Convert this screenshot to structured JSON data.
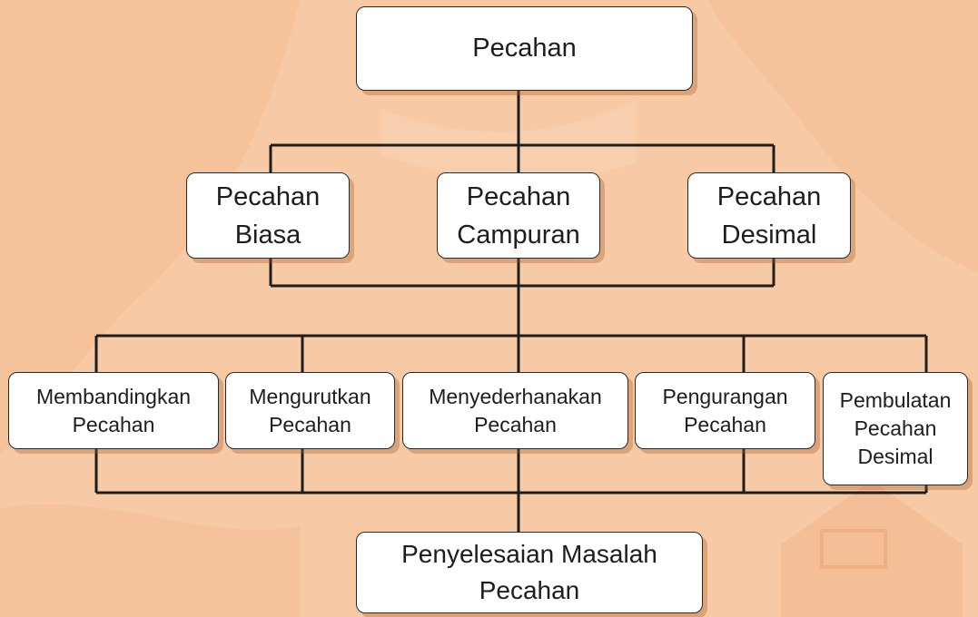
{
  "diagram": {
    "root": "Pecahan",
    "types": [
      "Pecahan\nBiasa",
      "Pecahan\nCampuran",
      "Pecahan\nDesimal"
    ],
    "operations": [
      "Membandingkan\nPecahan",
      "Mengurutkan\nPecahan",
      "Menyederhanakan\nPecahan",
      "Pengurangan\nPecahan",
      "Pembulatan\nPecahan\nDesimal"
    ],
    "result": "Penyelesaian Masalah\nPecahan"
  },
  "colors": {
    "background": "#f7c9a4",
    "box_fill": "#ffffff",
    "line": "#1d1d1d",
    "shadow": "#aa5a28"
  }
}
